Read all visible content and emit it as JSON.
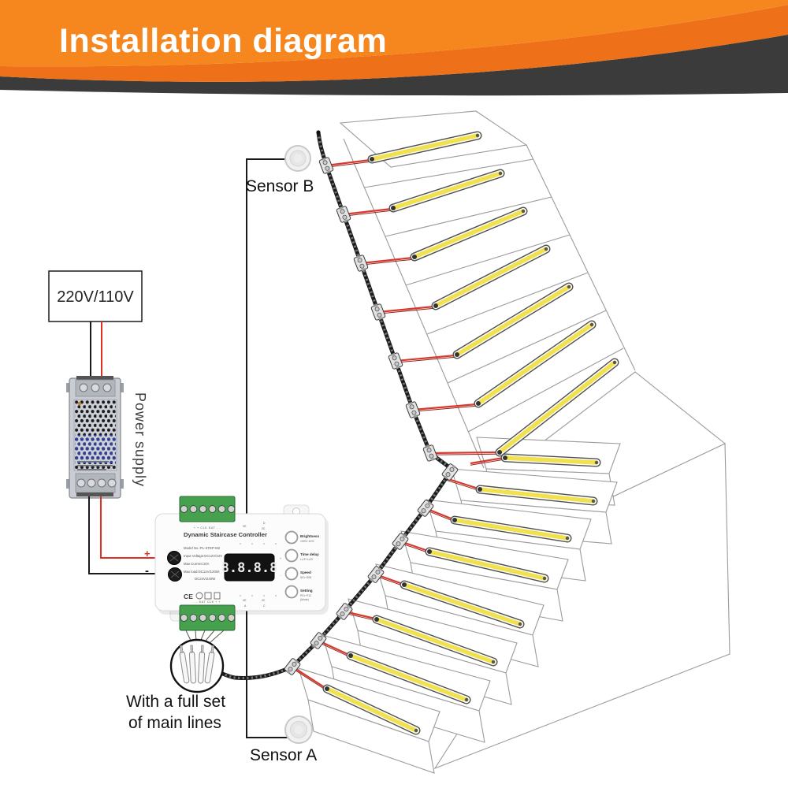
{
  "header": {
    "title": "Installation diagram"
  },
  "colors": {
    "orange_light": "#f6871f",
    "orange_dark": "#ee7018",
    "charcoal": "#3b3b3b",
    "wire_red": "#e02f23",
    "strip_yellow": "#f2e14e",
    "terminal_green": "#45a14d"
  },
  "labels": {
    "voltage": "220V/110V",
    "power_supply": "Power supply",
    "sensor_b": "Sensor B",
    "sensor_a": "Sensor A",
    "main_lines_line1": "With a full set",
    "main_lines_line2": "of main lines",
    "wire_plus": "+",
    "wire_minus": "-"
  },
  "controller": {
    "title": "Dynamic Staircase Controller",
    "display": "8.8.8.8",
    "specs": [
      "Model No.:PL-STEP-M2",
      "Input Voltage:DC12V/24V",
      "Max Current:10A",
      "Max load:DC12V/120W;",
      "DC24V/240W"
    ],
    "cert": "CE",
    "terminal_top": "+  +  CLK  DAT  -  -",
    "terminal_bottom": "-  -  DAT  CLK  +  +",
    "ports_top": [
      "VE",
      "D",
      "2C"
    ],
    "ports_bottom": [
      "VE",
      "A",
      "2C",
      "C"
    ],
    "btn_plus": "+",
    "btn_minus": "-",
    "buttons": [
      {
        "label": "Brightness",
        "sub": "100%~10%"
      },
      {
        "label": "Time delay",
        "sub": "LL/F+LL/R"
      },
      {
        "label": "Speed",
        "sub": "S01~S08"
      },
      {
        "label": "Setting",
        "sub": "P01~P12",
        "sub2": "(Mode)"
      }
    ]
  }
}
